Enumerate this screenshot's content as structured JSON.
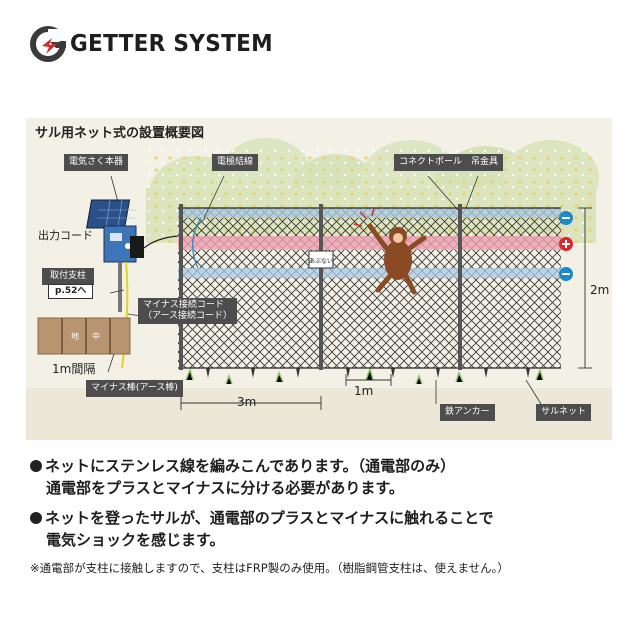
{
  "brand": {
    "name": "GETTER SYSTEM",
    "colors": {
      "red": "#d9272e",
      "dark": "#3a3a3a"
    }
  },
  "diagram": {
    "title": "サル用ネット式の設置概要図",
    "callouts": {
      "energizer": "電気さく本器",
      "electrode_wire": "電極結線",
      "connect_pole": "コネクトポール",
      "hanger": "吊金具",
      "mount_post_label": "取付支柱",
      "mount_post_ref": "p.52へ",
      "minus_cord_1": "マイナス接続コード",
      "minus_cord_2": "（アース接続コード）",
      "ground_rod": "マイナス棒(アース棒)",
      "iron_anchor": "鉄アンカー",
      "monkey_net": "サルネット"
    },
    "labels": {
      "output_cord": "出力コード",
      "ground_left": "地",
      "ground_right": "中",
      "spacing_1m": "1m間隔",
      "dim_3m": "3m",
      "dim_1m": "1m",
      "dim_2m": "2m",
      "sign": "あぶない"
    },
    "colors": {
      "net": "#333333",
      "plus_band": "#f0a0b4",
      "minus_band": "#a9cbe6",
      "plus_sign": "#d9272e",
      "minus_sign": "#1e88c8",
      "monkey": "#8a4a24",
      "yellow_cord": "#e7d21b"
    }
  },
  "bullets": [
    {
      "line1": "ネットにステンレス線を編みこんであります。（通電部のみ）",
      "line2": "通電部をプラスとマイナスに分ける必要があります。"
    },
    {
      "line1": "ネットを登ったサルが、通電部のプラスとマイナスに触れることで",
      "line2": "電気ショックを感じます。"
    }
  ],
  "note": "※通電部が支柱に接触しますので、支柱はFRP製のみ使用。（樹脂鋼管支柱は、使えません。）"
}
